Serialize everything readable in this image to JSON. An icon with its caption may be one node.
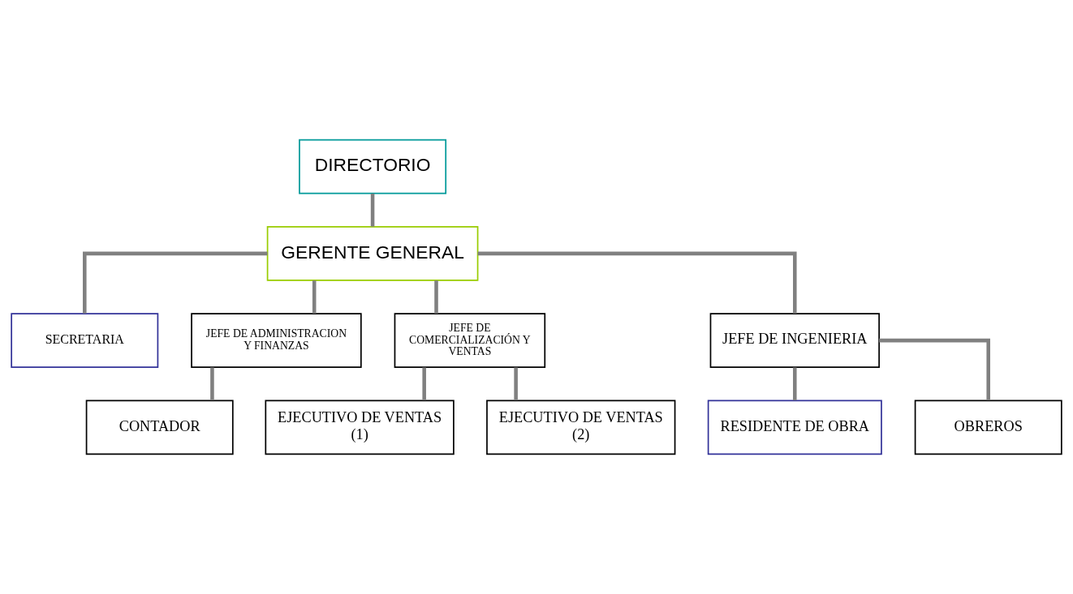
{
  "diagram": {
    "nodes": [
      {
        "text": [
          "DIRECTORIO"
        ]
      },
      {
        "text": [
          "GERENTE GENERAL"
        ]
      },
      {
        "text": [
          "SECRETARIA"
        ]
      },
      {
        "text": [
          "JEFE DE ADMINISTRACION Y FINANZAS"
        ]
      },
      {
        "text": [
          "JEFE DE COMERCIALIZACIÓN Y VENTAS"
        ]
      },
      {
        "text": [
          "JEFE DE INGENIERIA"
        ]
      },
      {
        "text": [
          "CONTADOR"
        ]
      },
      {
        "text": [
          "EJECUTIVO DE VENTAS (1)"
        ]
      },
      {
        "text": [
          "EJECUTIVO DE VENTAS (2)"
        ]
      },
      {
        "text": [
          "RESIDENTE DE OBRA"
        ]
      },
      {
        "text": [
          "OBREROS"
        ]
      }
    ],
    "edges": [
      {
        "from": 0,
        "to": 1,
        "arrow": "none"
      },
      {
        "from": 1,
        "to": 2,
        "arrow": "none"
      },
      {
        "from": 1,
        "to": 3,
        "arrow": "none"
      },
      {
        "from": 1,
        "to": 4,
        "arrow": "none"
      },
      {
        "from": 1,
        "to": 5,
        "arrow": "none"
      },
      {
        "from": 3,
        "to": 6,
        "arrow": "none"
      },
      {
        "from": 4,
        "to": 7,
        "arrow": "none"
      },
      {
        "from": 4,
        "to": 8,
        "arrow": "none"
      },
      {
        "from": 5,
        "to": 9,
        "arrow": "none"
      },
      {
        "from": 5,
        "to": 10,
        "arrow": "none"
      }
    ]
  }
}
